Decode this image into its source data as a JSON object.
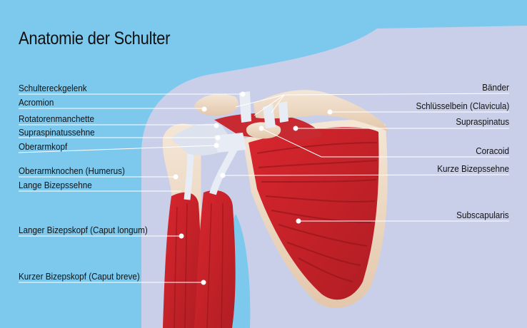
{
  "title": "Anatomie der Schulter",
  "labels_left": [
    "Schultereckgelenk",
    "Acromion",
    "Rotatorenmanchette",
    "Supraspinatussehne",
    "Oberarmkopf",
    "Oberarmknochen (Humerus)",
    "Lange Bizepssehne",
    "Langer Bizepskopf (Caput longum)",
    "Kurzer Bizepskopf (Caput breve)"
  ],
  "labels_right": [
    "Bänder",
    "Schlüsselbein (Clavicula)",
    "Supraspinatus",
    "Coracoid",
    "Kurze Bizepssehne",
    "Subscapularis"
  ],
  "colors": {
    "background": "#7dc9ee",
    "silhouette": "#c9cfe8",
    "muscle": "#c72a31",
    "bone": "#f0dcc7",
    "tendon": "#e8ecf4"
  }
}
